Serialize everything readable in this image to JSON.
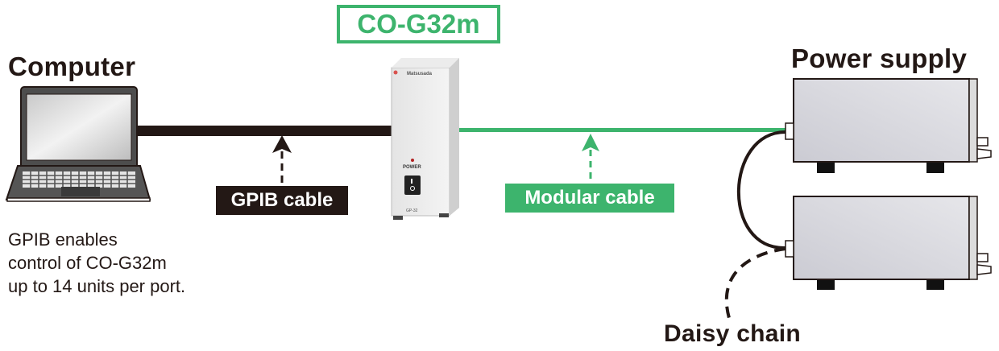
{
  "product": {
    "name": "CO-G32m",
    "model_label": "GP-32",
    "brand": "Matsusada",
    "power_label": "POWER"
  },
  "computer": {
    "title": "Computer"
  },
  "power_supply": {
    "title": "Power supply",
    "units": 2
  },
  "cables": {
    "gpib": {
      "label": "GPIB cable",
      "color": "#231815"
    },
    "modular": {
      "label": "Modular cable",
      "color": "#3db46d"
    }
  },
  "daisy_chain": {
    "label": "Daisy chain"
  },
  "note": {
    "lines": [
      "GPIB enables",
      "control of CO-G32m",
      "up to 14 units per port."
    ]
  },
  "colors": {
    "accent_green": "#3db46d",
    "dark": "#231815"
  }
}
